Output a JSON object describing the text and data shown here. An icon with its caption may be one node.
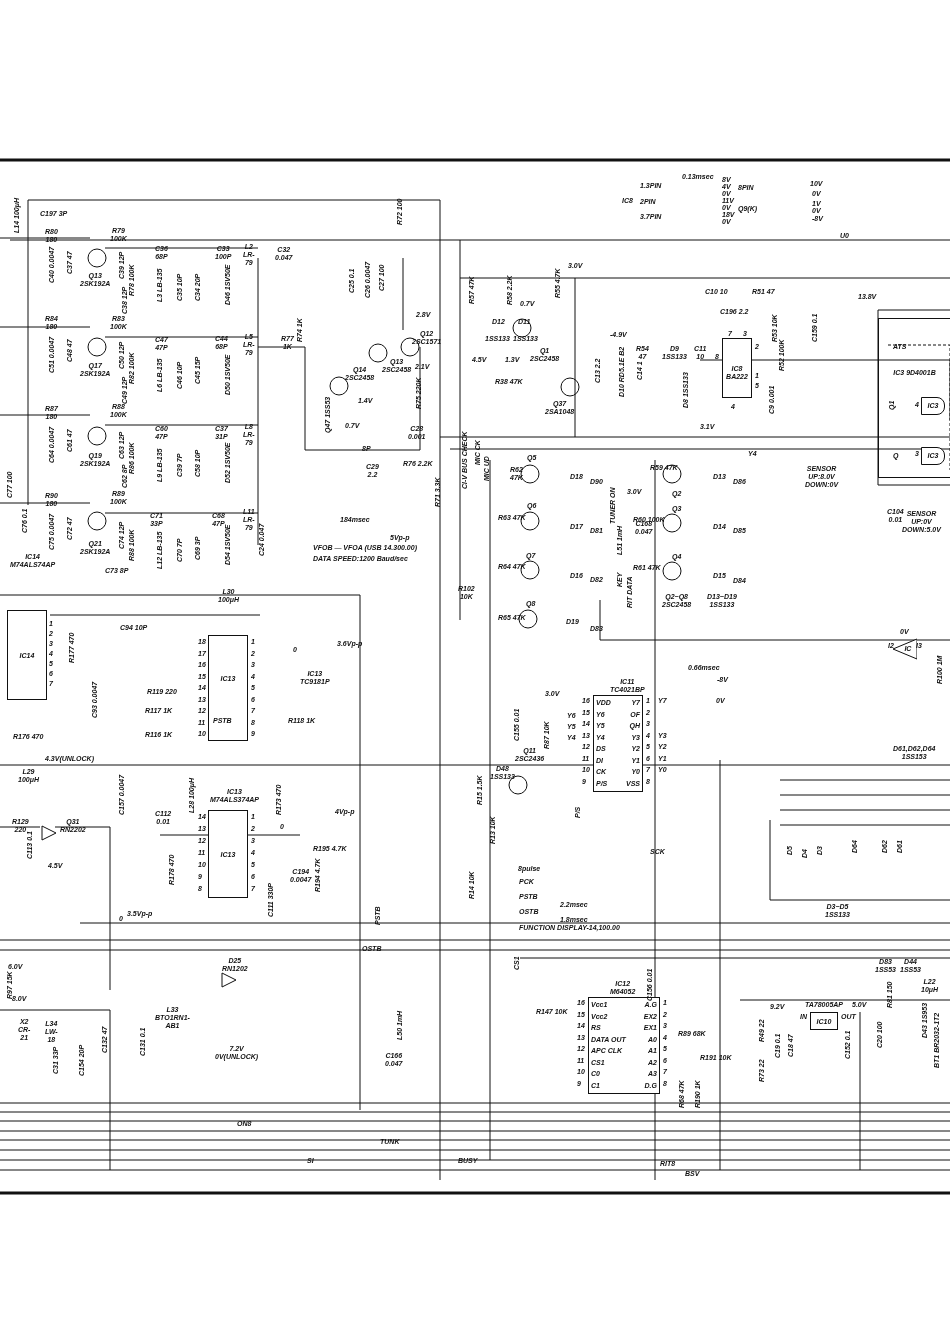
{
  "diagram": {
    "nodes": [
      {
        "text": [
          "IC14"
        ]
      },
      {
        "text": [
          "IC13",
          "PSTB"
        ]
      },
      {
        "text": [
          "IC13"
        ]
      },
      {
        "text": [
          "IC8 BA222"
        ]
      },
      {
        "text": [
          "VDD",
          "Y6",
          "Y5",
          "Y4",
          "DS",
          "DI",
          "CK",
          "P/S",
          "Y7",
          "OF",
          "QH",
          "Y3",
          "Y2",
          "Y1",
          "Y0",
          "VSS"
        ]
      },
      {
        "text": [
          "Vcc1",
          "Vcc2",
          "RS",
          "DATA OUT",
          "APC CLK",
          "CS1",
          "C0",
          "C1",
          "A.G",
          "EX2",
          "EX1",
          "A0",
          "A1",
          "A2",
          "A3",
          "D.G"
        ]
      },
      {
        "text": [
          "IC10"
        ]
      },
      {
        "text": [
          "IC3 9D4001B"
        ]
      },
      {
        "text": [
          "IC3"
        ],
        "in": 7
      },
      {
        "text": [
          "IC3"
        ],
        "in": 7
      },
      {
        "text": [
          "IC"
        ]
      }
    ],
    "labels": [
      "L14 100μH",
      "C197 3P",
      "R80 180",
      "C40 0.0047",
      "C37 47",
      "R79 100K",
      "Q13 2SK192A",
      "C39 12P",
      "R78 100K",
      "C38 12P",
      "C36 68P",
      "L3 LB-135",
      "C35 10P",
      "C34 20P",
      "C33 100P",
      "L2 LR-79",
      "C32 0.047",
      "D46 1SV50E",
      "C25 0.1",
      "C26 0.0047",
      "C27 100",
      "R72 100",
      "R84 180",
      "C51 0.0047",
      "C48 47",
      "R83 100K",
      "Q17 2SK192A",
      "C50 12P",
      "R82 100K",
      "C49 12P",
      "C47 47P",
      "L6 LB-135",
      "C46 10P",
      "C45 15P",
      "C44 68P",
      "L5 LR-79",
      "D50 1SV50E",
      "R77 1K",
      "R74 1K",
      "Q14 2SC2458",
      "Q13 2SC2458",
      "Q12 2SC1571",
      "2.8V",
      "2.1V",
      "R75 220K",
      "1.4V",
      "Q47 1SS53",
      "0.7V",
      "C28 0.001",
      "8P",
      "C29 2.2",
      "R76 2.2K",
      "R71 3.3K",
      "R87 180",
      "C64 0.0047",
      "C61 47",
      "R88 100K",
      "Q19 2SK192A",
      "C63 12P",
      "R86 100K",
      "C62 8P",
      "C60 47P",
      "L9 LB-135",
      "C39 7P",
      "C58 10P",
      "C37 31P",
      "L8 LR-79",
      "D52 1SV50E",
      "C77 100",
      "C76 0.1",
      "R90 180",
      "C75 0.0047",
      "C72 47",
      "R89 100K",
      "Q21 2SK192A",
      "C74 12P",
      "R88 100K",
      "C73 8P",
      "C71 33P",
      "L12 LB-135",
      "C70 7P",
      "C69 3P",
      "C68 47P",
      "L11 LR-79",
      "D54 1SV50E",
      "C24 0.047",
      "184msec",
      "5Vp-p",
      "VFOB — VFOA (USB 14.300.00)",
      "DATA SPEED:1200 Baud/sec",
      "0.13msec",
      "IC8",
      "1.3PIN",
      "2PIN",
      "3.7PIN",
      "8V",
      "4V",
      "0V",
      "11V",
      "0V",
      "18V",
      "0V",
      "8PIN",
      "10V",
      "0V",
      "Q9(K)",
      "1V",
      "0V",
      "-8V",
      "U0",
      "3.0V",
      "R57 47K",
      "R58 2.2K",
      "R55 4.7K",
      "0.7V",
      "D12",
      "D11",
      "1SS133",
      "1SS133",
      "Q1 2SC2458",
      "4.5V",
      "1.3V",
      "R38 47K",
      "Q37 2SA1048",
      "-4.9V",
      "C13 2.2",
      "D10 RD5.1E B2",
      "R54 47",
      "C14 1",
      "D9 1SS133",
      "D8 1SS133",
      "C11 10",
      "C10 10",
      "R51 47",
      "C196 2.2",
      "7",
      "3",
      "8",
      "2",
      "1",
      "5",
      "4",
      "R53 10K",
      "R52 100K",
      "C9 0.001",
      "C159 0.1",
      "13.8V",
      "3.1V",
      "ATS",
      "Q1",
      "4",
      "Q",
      "3",
      "SENSOR UP:8.0V DOWN:0V",
      "C104 0.01",
      "SENSOR UP:0V DOWN:5.0V",
      "CI-V BUS CHECK",
      "MIC CK",
      "MIC UD",
      "Q5",
      "R62 47K",
      "D18",
      "D90",
      "Q6",
      "R63 47K",
      "D17",
      "D81",
      "Q7",
      "R64 47K",
      "D16",
      "D82",
      "R102 10K",
      "Q8",
      "R65 47K",
      "D19",
      "D83",
      "TUNER ON",
      "3.0V",
      "R59 47K",
      "Q2",
      "D13",
      "D86",
      "Q3",
      "R60 100K",
      "D14",
      "D85",
      "L51 1mH",
      "C168 0.047",
      "Q4",
      "R61 47K",
      "D15",
      "D84",
      "Q2~Q8 2SC2458",
      "D13~D19 1SS133",
      "KEY",
      "RIT DATA",
      "Y4",
      "IC14 M74ALS74AP",
      "1",
      "2",
      "3",
      "4",
      "5",
      "6",
      "7",
      "R177 470",
      "C94 10P",
      "L30 100μH",
      "18",
      "17",
      "16",
      "15",
      "14",
      "13",
      "12",
      "11",
      "10",
      "1",
      "2",
      "3",
      "4",
      "5",
      "6",
      "7",
      "8",
      "9",
      "IC13 TC9181P",
      "3.6Vp-p",
      "0",
      "C93 0.0047",
      "R119 220",
      "R117 1K",
      "R116 1K",
      "R118 1K",
      "R176 470",
      "4.3V(UNLOCK)",
      "L29 100μH",
      "R129 220",
      "C113 0.1",
      "4.5V",
      "Q31 RN2202",
      "C157 0.0047",
      "C112 0.01",
      "L28 100μH",
      "IC13 M74ALS374AP",
      "14",
      "13",
      "12",
      "11",
      "10",
      "9",
      "8",
      "1",
      "2",
      "3",
      "4",
      "5",
      "6",
      "7",
      "R178 470",
      "R173 470",
      "4Vp-p",
      "0",
      "R195 4.7K",
      "C194 0.0047",
      "R194 4.7K",
      "C111 330P",
      "3.5Vp-p",
      "0",
      "PSTB",
      "OSTB",
      "D25 RN1202",
      "6.0V",
      "R97 15K",
      "8.0V",
      "X2 CR-21",
      "L34 LW-18",
      "C31 33P",
      "C154 20P",
      "C132 47",
      "C131 0.1",
      "L33 BTO1RN1-AB1",
      "7.2V 0V(UNLOCK)",
      "ON8",
      "TUNK",
      "SI",
      "BUSY",
      "L50 1mH",
      "C166 0.047",
      "0V",
      "I2",
      "I3",
      "R100 1M",
      "0.66msec",
      "-8V",
      "0V",
      "IC11 TC4021BP",
      "3.0V",
      "C155 0.01",
      "16",
      "15",
      "14",
      "13",
      "12",
      "11",
      "10",
      "9",
      "Y6",
      "Y5",
      "Y4",
      "1",
      "2",
      "3",
      "4",
      "5",
      "6",
      "7",
      "8",
      "Y7",
      "Y3",
      "Y2",
      "Y1",
      "Y0",
      "R87 10K",
      "Q11 2SC2436",
      "D48 1SS133",
      "R15 1.5K",
      "R13 10K",
      "R14 10K",
      "P/S",
      "SCK",
      "8pulse",
      "PCK",
      "PSTB",
      "2.2msec",
      "OSTB",
      "1.8msec",
      "FUNCTION DISPLAY-14,100.00",
      "D61,D62,D64 1SS153",
      "D5",
      "D4",
      "D3",
      "D64",
      "D62",
      "D61",
      "D3~D5 1SS133",
      "CS1",
      "IC12 M64052",
      "C156 0.01",
      "R147 10K",
      "16",
      "15",
      "14",
      "13",
      "12",
      "11",
      "10",
      "9",
      "1",
      "2",
      "3",
      "4",
      "5",
      "6",
      "7",
      "8",
      "R89 68K",
      "R191 10K",
      "R68 47K",
      "R190 1K",
      "RIT8",
      "BSV",
      "9.2V",
      "TA78005AP",
      "5.0V",
      "IN",
      "OUT",
      "R49 22",
      "C19 0.1",
      "C18 47",
      "C152 0.1",
      "C20 100",
      "R73 22",
      "D83 1SS53",
      "D44 1SS53",
      "L22 10μH",
      "R81 150",
      "D43 1S953",
      "BT1 BR2032-1T2"
    ]
  }
}
